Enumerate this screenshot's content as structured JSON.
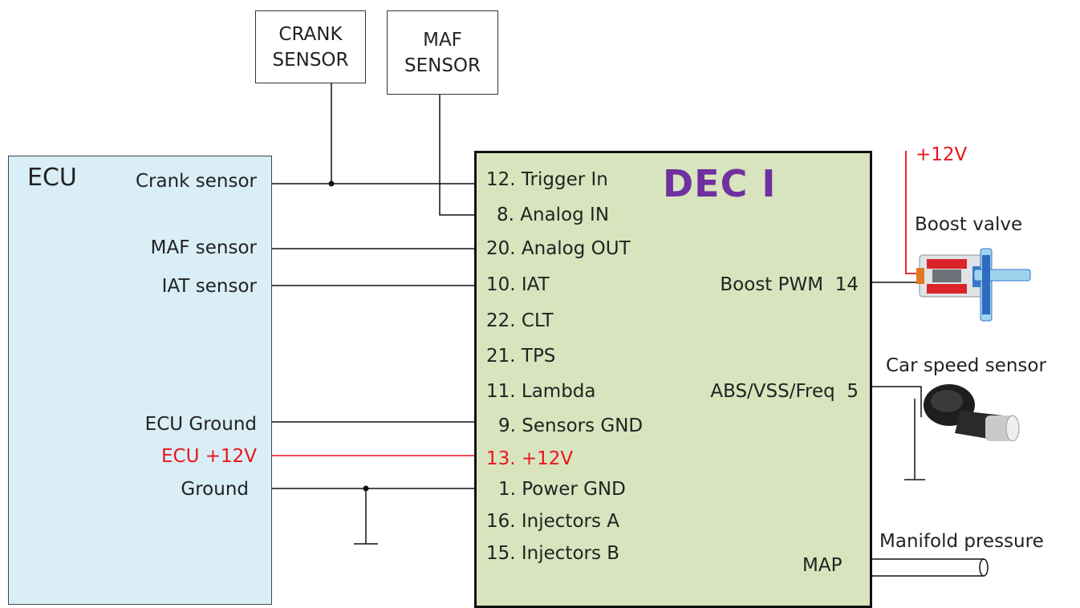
{
  "sensors": {
    "crank": {
      "line1": "CRANK",
      "line2": "SENSOR"
    },
    "maf": {
      "line1": "MAF",
      "line2": "SENSOR"
    }
  },
  "ecu": {
    "title": "ECU",
    "pins": {
      "crank": "Crank sensor",
      "maf": "MAF sensor",
      "iat": "IAT sensor",
      "ground": "ECU Ground",
      "plus12v": "ECU +12V",
      "power_ground": "Ground"
    }
  },
  "dec": {
    "title": "DEC I",
    "inputs": [
      "12. Trigger In",
      "8. Analog IN",
      "20. Analog OUT",
      "10. IAT",
      "22. CLT",
      "21. TPS",
      "11. Lambda",
      "9. Sensors GND",
      "13. +12V",
      "1. Power GND",
      "16. Injectors A",
      "15. Injectors B"
    ],
    "outputs": {
      "boost_pwm": "Boost PWM  14",
      "abs_vss": "ABS/VSS/Freq  5",
      "map": "MAP"
    }
  },
  "peripherals": {
    "boost_supply": "+12V",
    "boost_valve": "Boost valve",
    "speed_sensor": "Car speed sensor",
    "manifold": "Manifold pressure"
  },
  "colors": {
    "ecu_fill": "#d9eef6",
    "dec_fill": "#d8e4bd",
    "dec_title": "#7030a0",
    "supply_red": "#e8141c"
  }
}
